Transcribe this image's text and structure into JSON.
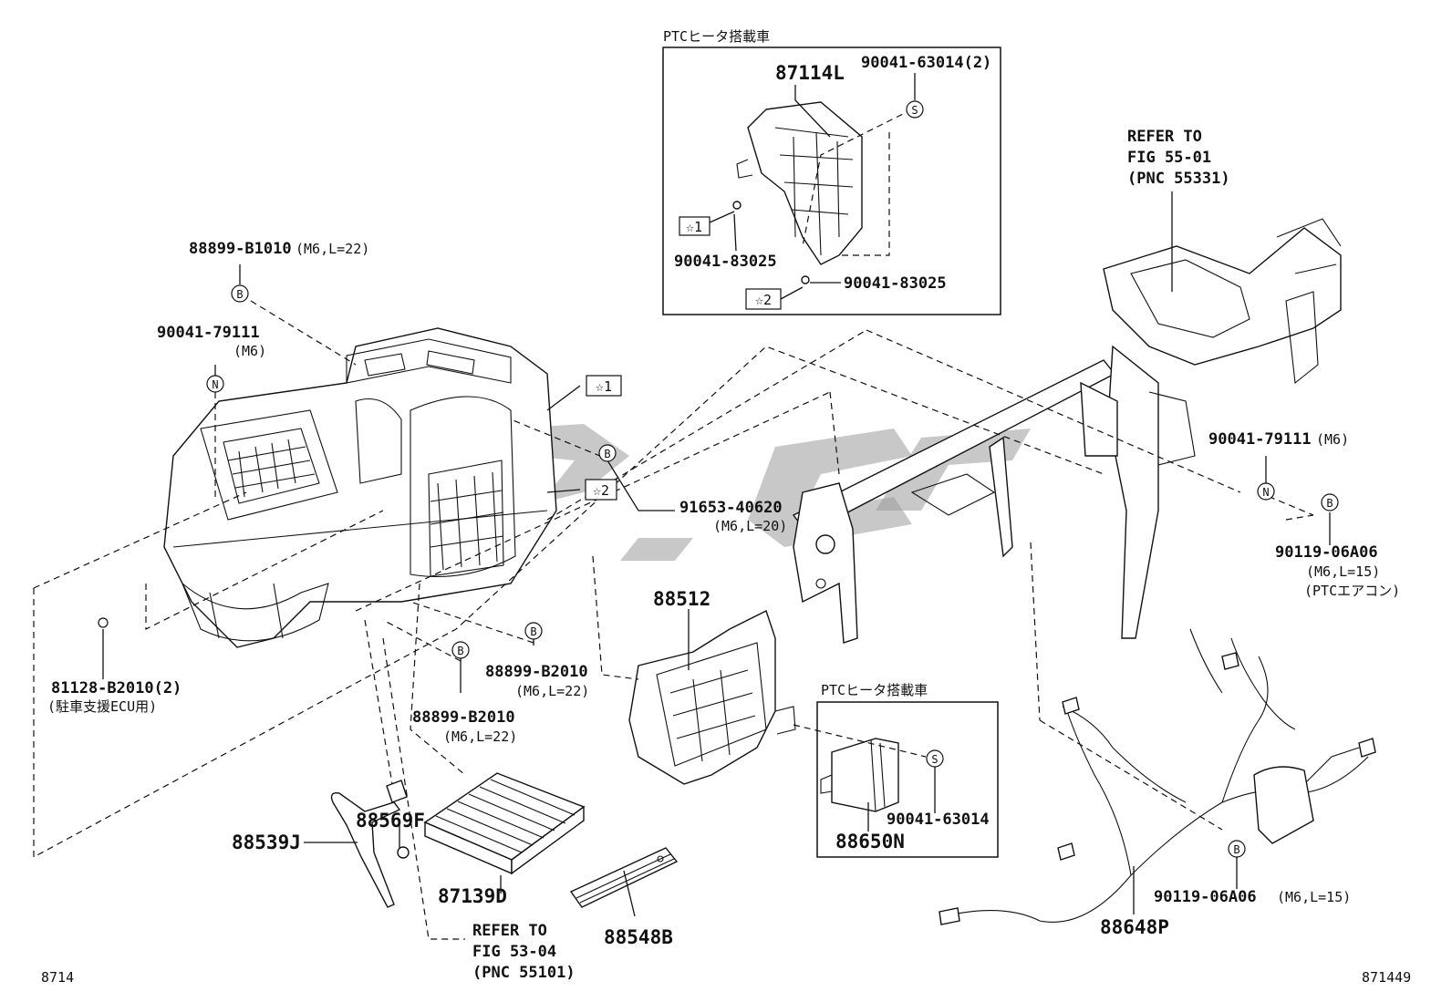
{
  "labels": {
    "ptc_heater_1": "PTCヒータ搭載車",
    "ptc_heater_2": "PTCヒータ搭載車",
    "p87114L": "87114L",
    "p90041_63014_2": "90041-63014(2)",
    "p90041_83025_a": "90041-83025",
    "p90041_83025_b": "90041-83025",
    "star1_box_top": "☆1",
    "star2_box_top": "☆2",
    "star1_box_main": "☆1",
    "star2_box_main": "☆2",
    "refer_fig55_l1": "REFER TO",
    "refer_fig55_l2": "FIG 55-01",
    "refer_fig55_l3": "(PNC 55331)",
    "p88899_B1010": "88899-B1010",
    "p88899_B1010_spec": "(M6,L=22)",
    "p90041_79111_left": "90041-79111",
    "p90041_79111_left_spec": "(M6)",
    "p90041_79111_right": "90041-79111",
    "p90041_79111_right_spec": "(M6)",
    "p91653_40620": "91653-40620",
    "p91653_40620_spec": "(M6,L=20)",
    "p90119_06A06_a": "90119-06A06",
    "p90119_06A06_a_spec": "(M6,L=15)",
    "p90119_06A06_a_note": "(PTCエアコン)",
    "p88512": "88512",
    "p81128_B2010": "81128-B2010(2)",
    "p81128_B2010_note": "(駐車支援ECU用)",
    "p88899_B2010_a": "88899-B2010",
    "p88899_B2010_a_spec": "(M6,L=22)",
    "p88899_B2010_b": "88899-B2010",
    "p88899_B2010_b_spec": "(M6,L=22)",
    "p90041_63014": "90041-63014",
    "p88650N": "88650N",
    "p88539J": "88539J",
    "p88569F": "88569F",
    "p87139D": "87139D",
    "p88548B": "88548B",
    "refer_fig53_l1": "REFER TO",
    "refer_fig53_l2": "FIG 53-04",
    "refer_fig53_l3": "(PNC 55101)",
    "p90119_06A06_b": "90119-06A06",
    "p90119_06A06_b_spec": "(M6,L=15)",
    "p88648P": "88648P",
    "footer_left": "8714",
    "footer_right": "871449"
  },
  "markers": {
    "B": "B",
    "N": "N",
    "S": "S"
  },
  "icons": [
    "circle-b-marker-icon",
    "circle-n-marker-icon",
    "circle-s-marker-icon",
    "star-box-icon"
  ]
}
